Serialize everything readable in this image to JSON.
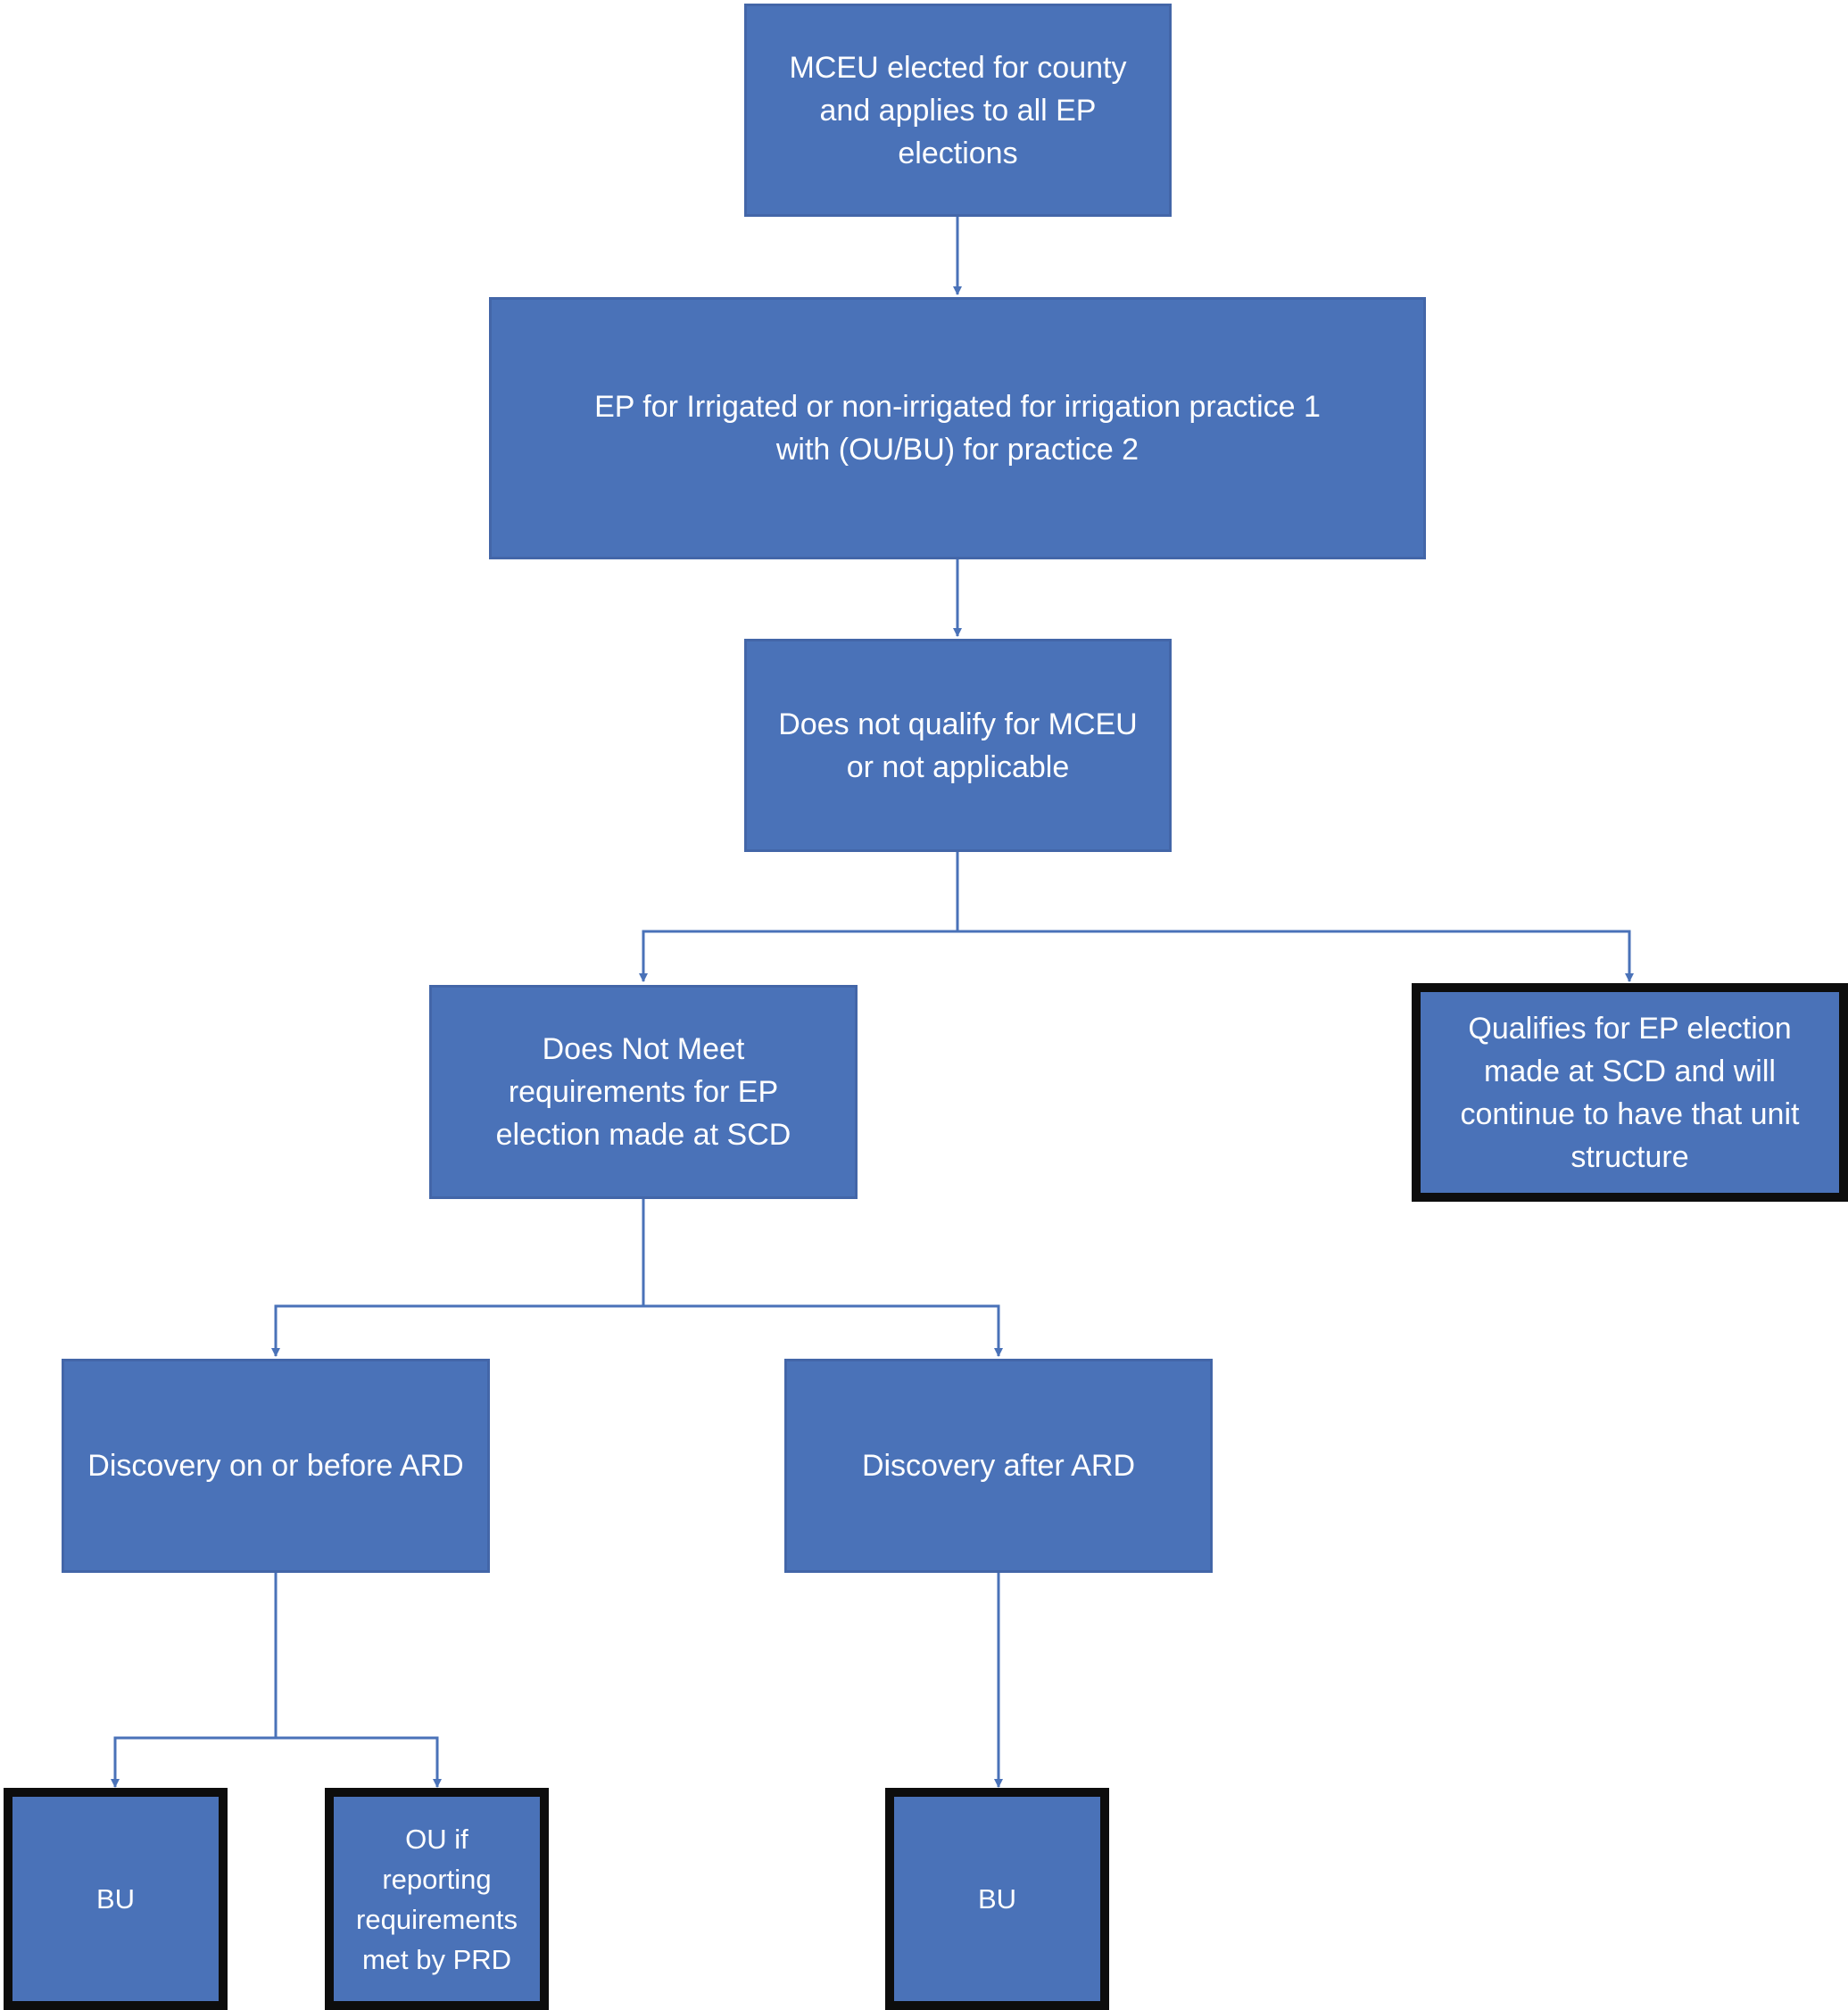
{
  "colors": {
    "box_fill": "#4a72b8",
    "box_border": "#4366a8",
    "terminal_border": "#0d0d0d",
    "connector": "#4a72b8",
    "text": "#ffffff"
  },
  "nodes": {
    "mceu_elected": "MCEU elected for county\nand applies to all EP\nelections",
    "ep_irrigated": "EP for Irrigated or non-irrigated for irrigation practice 1\nwith (OU/BU) for practice 2",
    "not_qualify_mceu": "Does not qualify for MCEU\nor not applicable",
    "not_meet_ep": "Does Not Meet\nrequirements for EP\nelection made at SCD",
    "qualifies_ep": "Qualifies for EP election\nmade at SCD and will\ncontinue to have that unit\nstructure",
    "discovery_before": "Discovery on or before ARD",
    "discovery_after": "Discovery after ARD",
    "bu_left": "BU",
    "ou_reporting": "OU if\nreporting\nrequirements\nmet by PRD",
    "bu_right": "BU"
  }
}
